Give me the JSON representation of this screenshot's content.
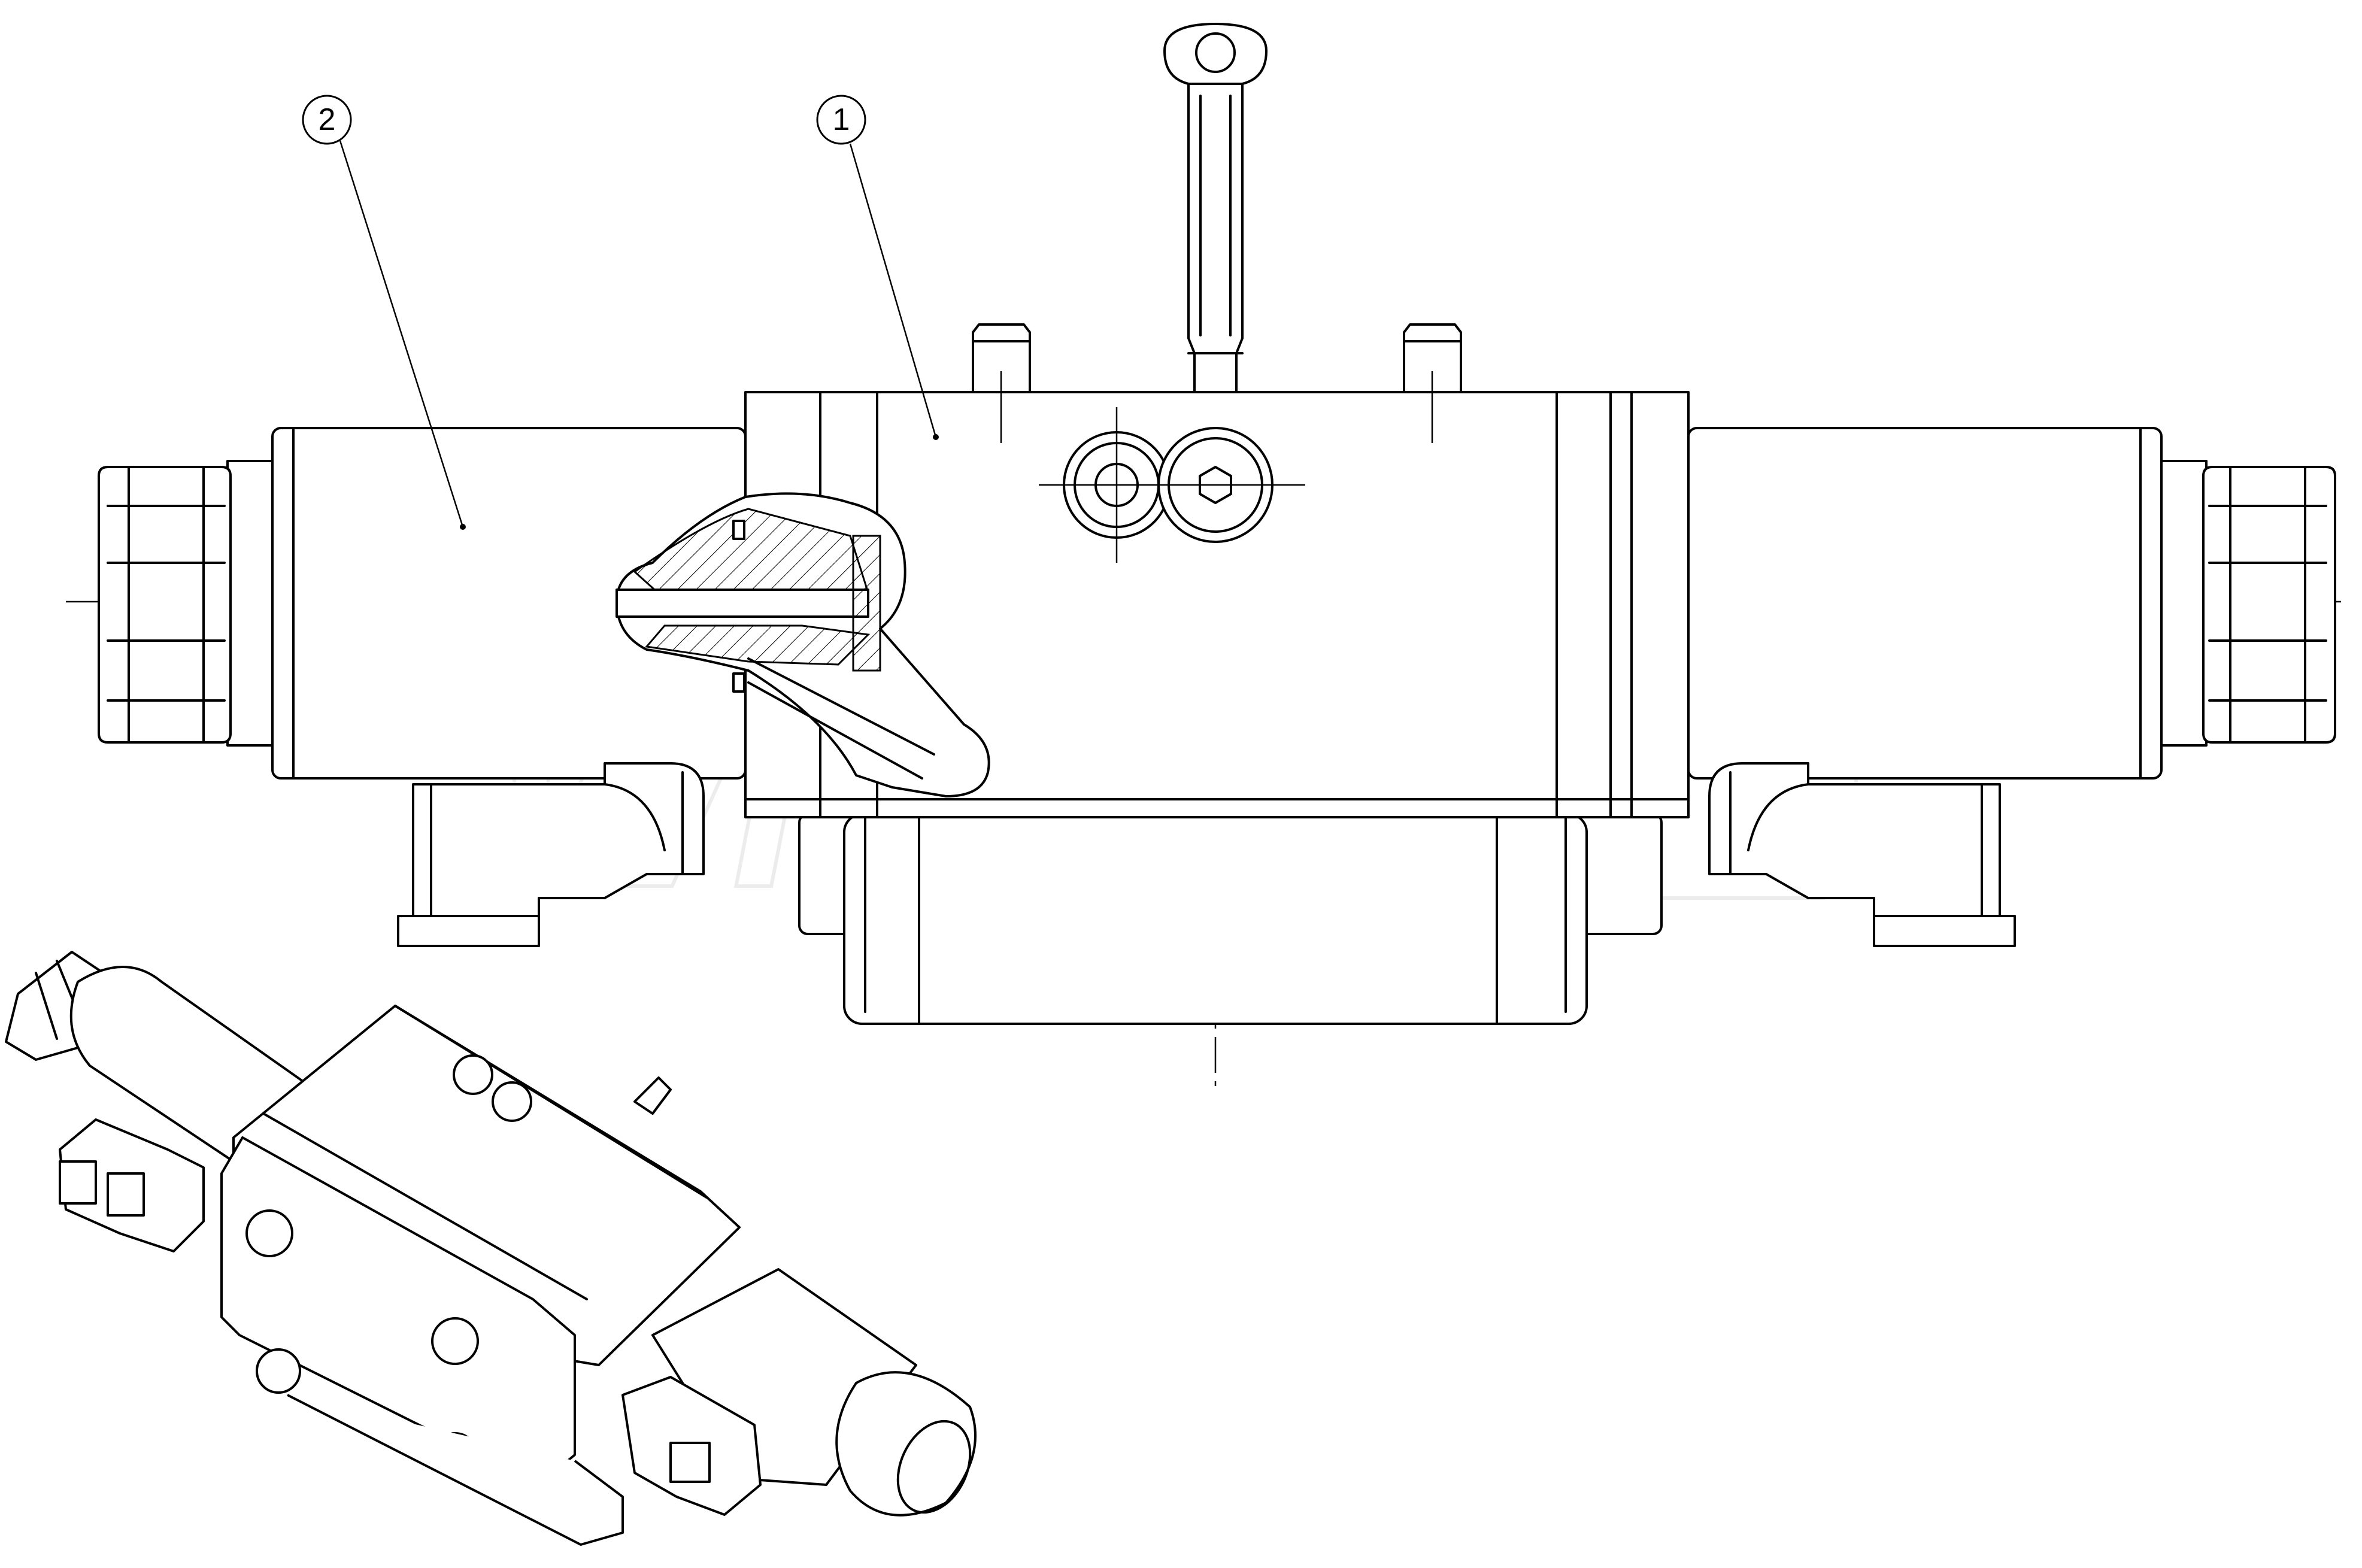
{
  "watermark": {
    "text": "Wibako",
    "color": "#e6e6e6"
  },
  "balloons": [
    {
      "id": "balloon-2",
      "label": "2"
    },
    {
      "id": "balloon-1",
      "label": "1"
    }
  ],
  "colors": {
    "line": "#000000",
    "background": "#ffffff"
  }
}
